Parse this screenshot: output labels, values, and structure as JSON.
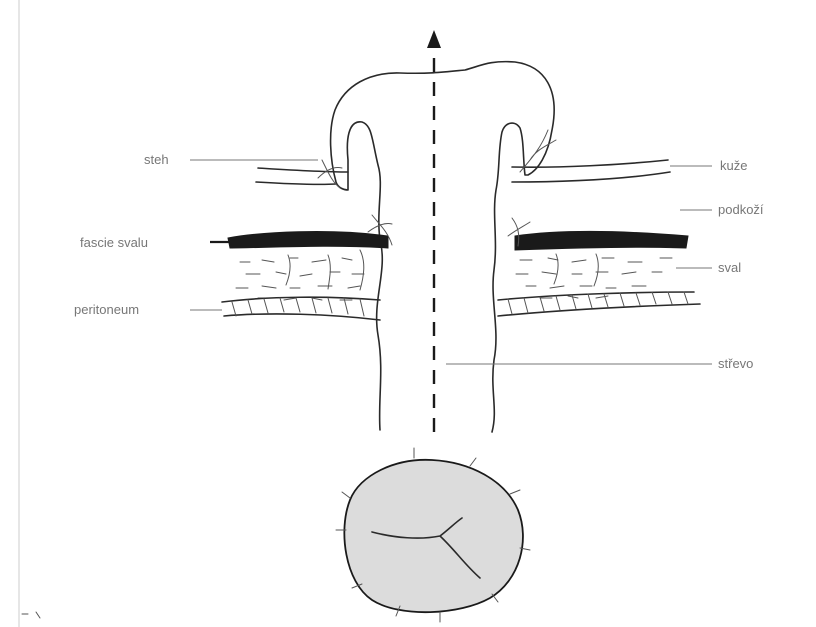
{
  "labels": {
    "steh": "steh",
    "fascie_svalu": "fascie svalu",
    "peritoneum": "peritoneum",
    "kuze": "kuže",
    "podkozi": "podkoží",
    "sval": "sval",
    "streva": "střevo"
  },
  "colors": {
    "line": "#2a2a2a",
    "label": "#777777",
    "stoma_fill": "#dcdcdc",
    "fascia": "#1a1a1a"
  }
}
